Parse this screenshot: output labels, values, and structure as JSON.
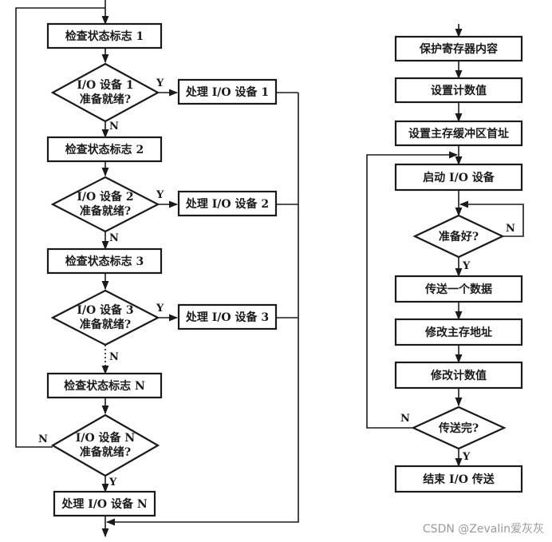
{
  "left": {
    "check1": "检查状态标志 1",
    "dev1_l1": "I/O 设备 1",
    "dev1_l2": "准备就绪?",
    "proc1": "处理 I/O 设备 1",
    "check2": "检查状态标志 2",
    "dev2_l1": "I/O 设备 2",
    "dev2_l2": "准备就绪?",
    "proc2": "处理 I/O 设备 2",
    "check3": "检查状态标志 3",
    "dev3_l1": "I/O 设备 3",
    "dev3_l2": "准备就绪?",
    "proc3": "处理 I/O 设备 3",
    "checkN": "检查状态标志 N",
    "devN_l1": "I/O 设备 N",
    "devN_l2": "准备就绪?",
    "procN": "处理 I/O 设备 N",
    "yes": "Y",
    "no": "N"
  },
  "right": {
    "save": "保护寄存器内容",
    "setcount": "设置计数值",
    "setbuf": "设置主存缓冲区首址",
    "start": "启动 I/O 设备",
    "ready": "准备好?",
    "send": "传送一个数据",
    "modaddr": "修改主存地址",
    "modcount": "修改计数值",
    "done": "传送完?",
    "end": "结束 I/O 传送",
    "yes": "Y",
    "no": "N"
  },
  "watermark": "CSDN @Zevalin爱灰灰"
}
